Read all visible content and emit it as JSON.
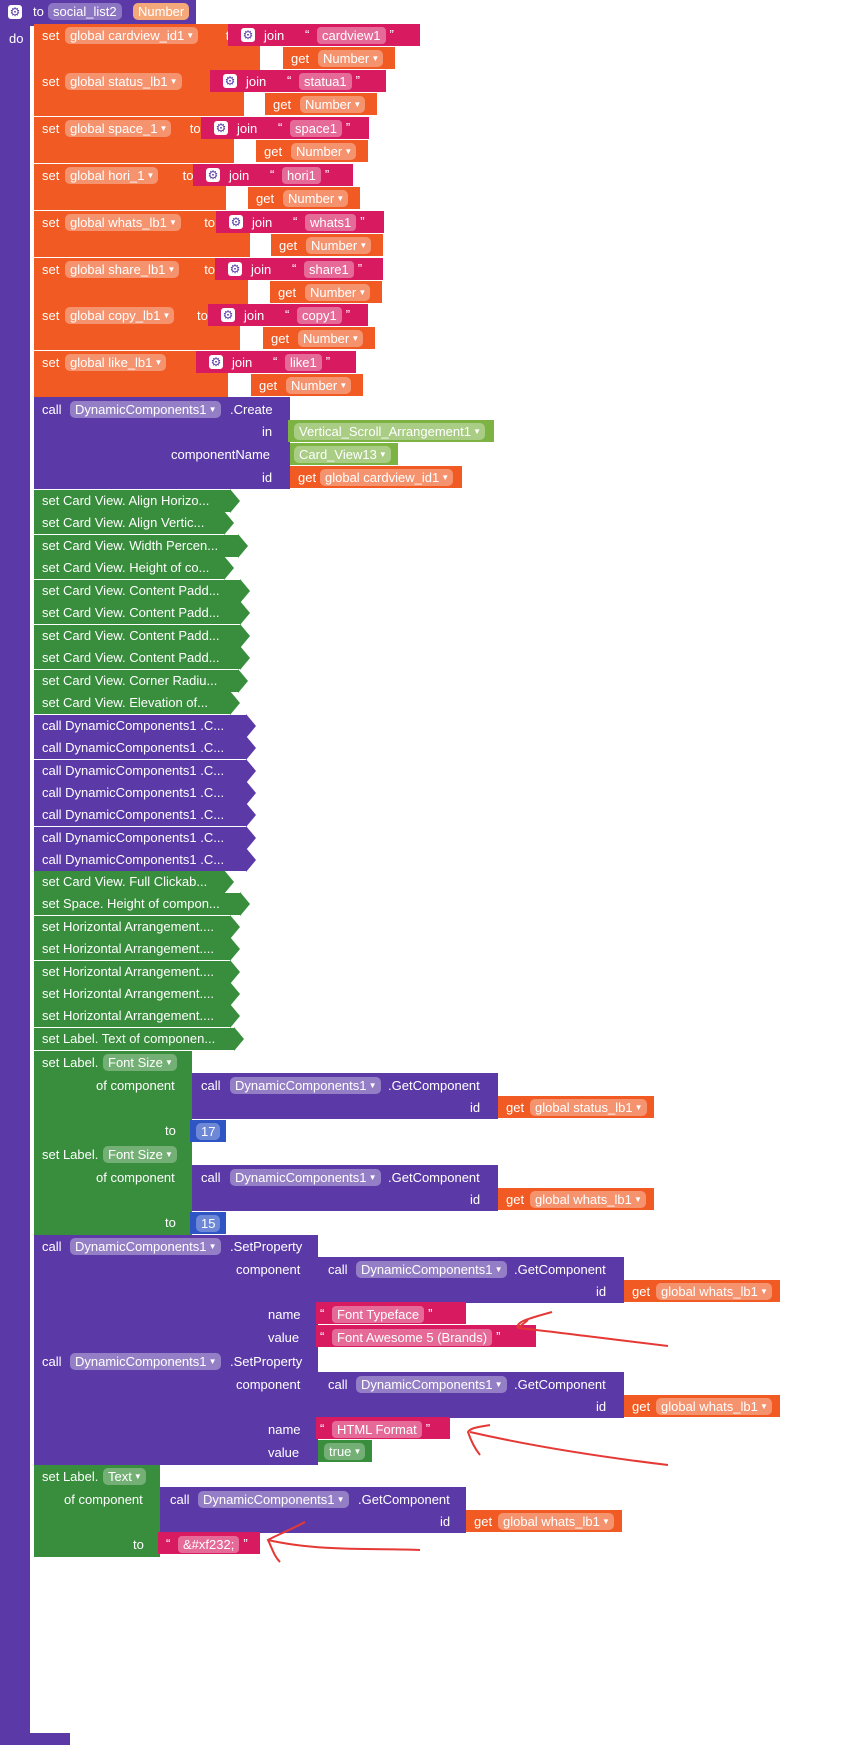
{
  "procedure": {
    "keyword_to": "to",
    "name": "social_list2",
    "param": "Number",
    "keyword_do": "do"
  },
  "kw": {
    "set": "set",
    "to": "to",
    "join": "join",
    "get": "get",
    "call": "call",
    "in": "in",
    "componentName": "componentName",
    "id": "id",
    "of_component": "of component",
    "component": "component",
    "name": "name",
    "value": "value"
  },
  "sets": [
    {
      "var": "global cardview_id1",
      "str": "cardview1"
    },
    {
      "var": "global status_lb1",
      "str": "statua1"
    },
    {
      "var": "global space_1",
      "str": "space1"
    },
    {
      "var": "global hori_1",
      "str": "hori1"
    },
    {
      "var": "global whats_lb1",
      "str": "whats1"
    },
    {
      "var": "global share_lb1",
      "str": "share1"
    },
    {
      "var": "global copy_lb1",
      "str": "copy1"
    },
    {
      "var": "global like_lb1",
      "str": "like1"
    }
  ],
  "get_number": "Number",
  "create": {
    "component": "DynamicComponents1",
    "method": ".Create",
    "in_value": "Vertical_Scroll_Arrangement1",
    "component_name": "Card_View13",
    "id_value": "global cardview_id1"
  },
  "collapsed_green_1": [
    "set Card View. Align Horizo...",
    "set Card View. Align Vertic...",
    "set Card View. Width Percen...",
    "set Card View. Height of co...",
    "set Card View. Content Padd...",
    "set Card View. Content Padd...",
    "set Card View. Content Padd...",
    "set Card View. Content Padd...",
    "set Card View. Corner Radiu...",
    "set Card View. Elevation of..."
  ],
  "collapsed_purple": [
    "call  DynamicComponents1 .C...",
    "call  DynamicComponents1 .C...",
    "call  DynamicComponents1 .C...",
    "call  DynamicComponents1 .C...",
    "call  DynamicComponents1 .C...",
    "call  DynamicComponents1 .C...",
    "call  DynamicComponents1 .C..."
  ],
  "collapsed_green_2": [
    "set Card View. Full Clickab...",
    "set Space. Height of compon...",
    "set Horizontal Arrangement....",
    "set Horizontal Arrangement....",
    "set Horizontal Arrangement....",
    "set Horizontal Arrangement....",
    "set Horizontal Arrangement....",
    "set Label. Text of componen..."
  ],
  "font_size_blocks": [
    {
      "label": "set Label.",
      "prop": "Font Size",
      "component": "DynamicComponents1",
      "method": ".GetComponent",
      "id_var": "global status_lb1",
      "to_value": "17"
    },
    {
      "label": "set Label.",
      "prop": "Font Size",
      "component": "DynamicComponents1",
      "method": ".GetComponent",
      "id_var": "global whats_lb1",
      "to_value": "15"
    }
  ],
  "set_property_blocks": [
    {
      "component": "DynamicComponents1",
      "method": ".SetProperty",
      "inner_component": "DynamicComponents1",
      "inner_method": ".GetComponent",
      "id_var": "global whats_lb1",
      "name_str": "Font Typeface",
      "value_str": "Font Awesome 5 (Brands)",
      "value_is_bool": false
    },
    {
      "component": "DynamicComponents1",
      "method": ".SetProperty",
      "inner_component": "DynamicComponents1",
      "inner_method": ".GetComponent",
      "id_var": "global whats_lb1",
      "name_str": "HTML Format",
      "value_str": "true",
      "value_is_bool": true
    }
  ],
  "label_text_block": {
    "label": "set Label.",
    "prop": "Text",
    "component": "DynamicComponents1",
    "method": ".GetComponent",
    "id_var": "global whats_lb1",
    "to_str": "&#xf232;"
  },
  "colors": {
    "procedure": "#5b3aa8",
    "variable": "#f15a22",
    "text": "#d81b60",
    "component_set": "#388e3c",
    "component_ref": "#7cb342",
    "math": "#2f55c4",
    "annotation": "#e53935"
  }
}
